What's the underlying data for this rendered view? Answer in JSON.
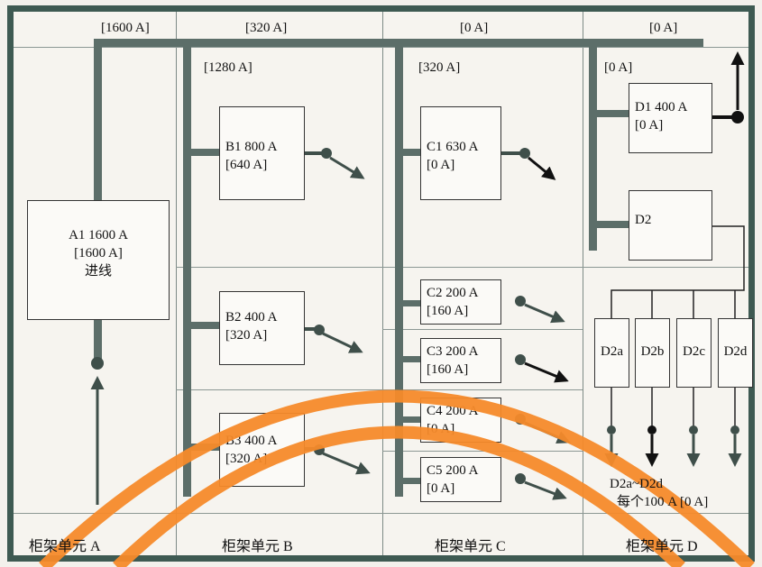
{
  "top_currents": [
    "[1600 A]",
    "[320 A]",
    "[0 A]",
    "[0 A]"
  ],
  "sub_currents": [
    "[1280 A]",
    "[320 A]",
    "[0 A]"
  ],
  "breakers": {
    "A1": [
      "A1  1600 A",
      "[1600 A]",
      "进线"
    ],
    "B1": [
      "B1  800 A",
      "[640 A]"
    ],
    "B2": [
      "B2  400 A",
      "[320 A]"
    ],
    "B3": [
      "B3  400 A",
      "[320 A]"
    ],
    "C1": [
      "C1  630 A",
      "[0 A]"
    ],
    "C2": [
      "C2  200 A",
      "[160 A]"
    ],
    "C3": [
      "C3  200 A",
      "[160 A]"
    ],
    "C4": [
      "C4  200 A",
      "[0 A]"
    ],
    "C5": [
      "C5  200 A",
      "[0 A]"
    ],
    "D1": [
      "D1  400 A",
      "[0 A]"
    ],
    "D2": [
      "D2"
    ]
  },
  "d2_branches": [
    "D2a",
    "D2b",
    "D2c",
    "D2d"
  ],
  "d2_note": [
    "D2a~D2d",
    "每个100 A [0 A]"
  ],
  "cabinet_labels": [
    "柜架单元  A",
    "柜架单元  B",
    "柜架单元  C",
    "柜架单元  D"
  ],
  "colors": {
    "busbar": "#5c6e69",
    "frame": "#3e5a52",
    "arc": "#f58a2a",
    "arrow": "#3f4f4a"
  }
}
